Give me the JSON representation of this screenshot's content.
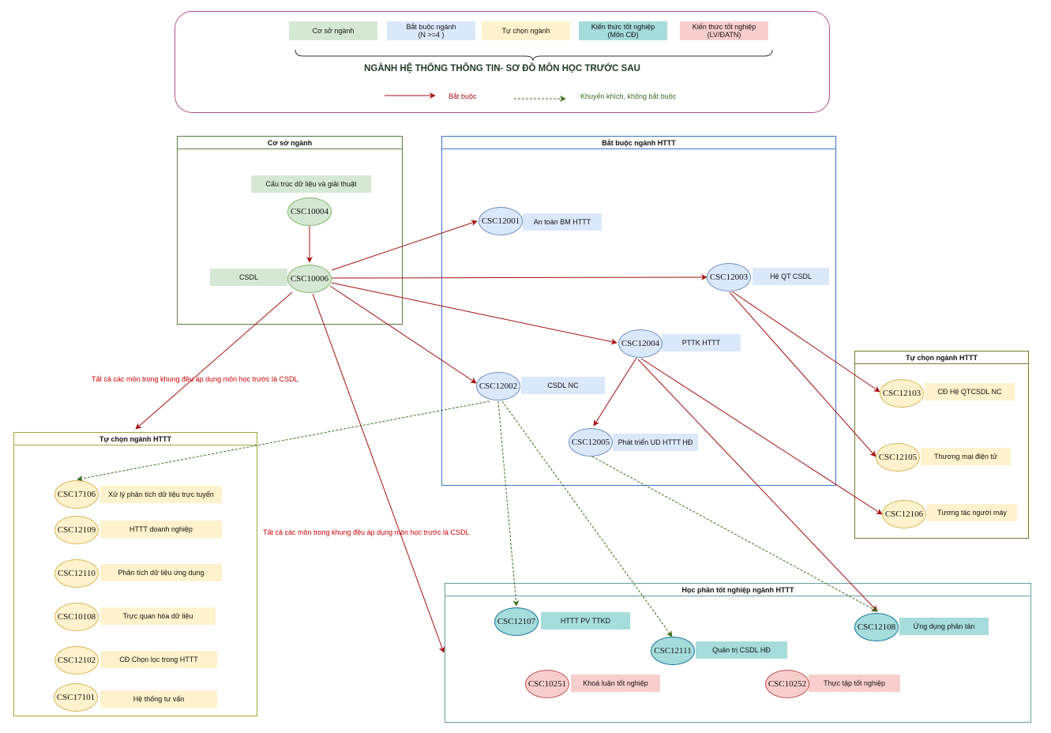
{
  "legend": {
    "items": [
      {
        "label": "Cơ sở ngành",
        "color": "#d5e8d4"
      },
      {
        "label": "Bắt buộc ngành\n(N >=4 )",
        "color": "#dae8fc"
      },
      {
        "label": "Tự chọn ngành",
        "color": "#fff2cc"
      },
      {
        "label": "Kiến thức tốt nghiệp\n(Môn CĐ)",
        "color": "#a6dcdc"
      },
      {
        "label": "Kiến thức  tốt nghiệp\n(LV/ĐATN)",
        "color": "#f8cecc"
      }
    ],
    "title": "NGÀNH HỆ THỐNG THÔNG TIN- SƠ ĐỒ MÔN HỌC TRƯỚC SAU",
    "required_label": "Bắt buộc",
    "optional_label": "Khuyến khích, không bắt buộc"
  },
  "groups": {
    "co_so": "Cơ sở ngành",
    "bat_buoc": "Bắt buộc ngành HTTT",
    "tu_chon_right": "Tự chọn ngành HTTT",
    "tu_chon_left": "Tự chọn ngành HTTT",
    "tot_nghiep": "Học phần tốt nghiệp ngành HTTT"
  },
  "nodes": {
    "csc10004": {
      "code": "CSC10004",
      "name": "Cấu trúc dữ liệu và giải thuật"
    },
    "csc10006": {
      "code": "CSC10006",
      "name": "CSDL"
    },
    "csc12001": {
      "code": "CSC12001",
      "name": "An toàn BM HTTT"
    },
    "csc12003": {
      "code": "CSC12003",
      "name": "Hệ QT CSDL"
    },
    "csc12004": {
      "code": "CSC12004",
      "name": "PTTK HTTT"
    },
    "csc12002": {
      "code": "CSC12002",
      "name": "CSDL NC"
    },
    "csc12005": {
      "code": "CSC12005",
      "name": "Phát triển UD HTTT HĐ"
    },
    "csc12103": {
      "code": "CSC12103",
      "name": "CĐ Hệ QTCSDL NC"
    },
    "csc12105": {
      "code": "CSC12105",
      "name": "Thương mại điện tử"
    },
    "csc12106": {
      "code": "CSC12106",
      "name": "Tương tác người máy"
    },
    "csc17106": {
      "code": "CSC17106",
      "name": "Xử lý phân tích dữ liệu trực tuyến"
    },
    "csc12109": {
      "code": "CSC12109",
      "name": "HTTT doanh nghiệp"
    },
    "csc12110": {
      "code": "CSC12110",
      "name": "Phân tích dữ liệu ứng dụng"
    },
    "csc10108": {
      "code": "CSC10108",
      "name": "Trực quan hóa dữ liệu"
    },
    "csc12102": {
      "code": "CSC12102",
      "name": "CĐ Chọn lọc trong HTTT"
    },
    "csc17101": {
      "code": "CSC17101",
      "name": "Hệ thống tư vấn"
    },
    "csc12107": {
      "code": "CSC12107",
      "name": "HTTT PV TTKD"
    },
    "csc12111": {
      "code": "CSC12111",
      "name": "Quản trị CSDL HĐ"
    },
    "csc12108": {
      "code": "CSC12108",
      "name": "Ứng dụng phân tán"
    },
    "csc10251": {
      "code": "CSC10251",
      "name": "Khoá luận tốt nghiệp"
    },
    "csc10252": {
      "code": "CSC10252",
      "name": "Thực tập tốt nghiệp"
    }
  },
  "notes": {
    "note1": "Tất cả các môn trong khung đều áp dụng môn học trước là CSDL",
    "note2": "Tất cả các môn trong khung đều áp dụng môn học trước là CSDL"
  },
  "colors": {
    "required_arrow": "#a50f0f",
    "optional_arrow": "#3a6e1a",
    "co_so_fill": "#d5e8d4",
    "co_so_stroke": "#82b366",
    "bat_buoc_fill": "#dae8fc",
    "bat_buoc_stroke": "#6c8ebf",
    "tu_chon_fill": "#fff2cc",
    "tu_chon_stroke": "#d6b656",
    "tot_nghiep_fill": "#a6dcdc",
    "tot_nghiep_stroke": "#10739e",
    "lv_fill": "#f8cecc",
    "lv_stroke": "#b85450"
  }
}
